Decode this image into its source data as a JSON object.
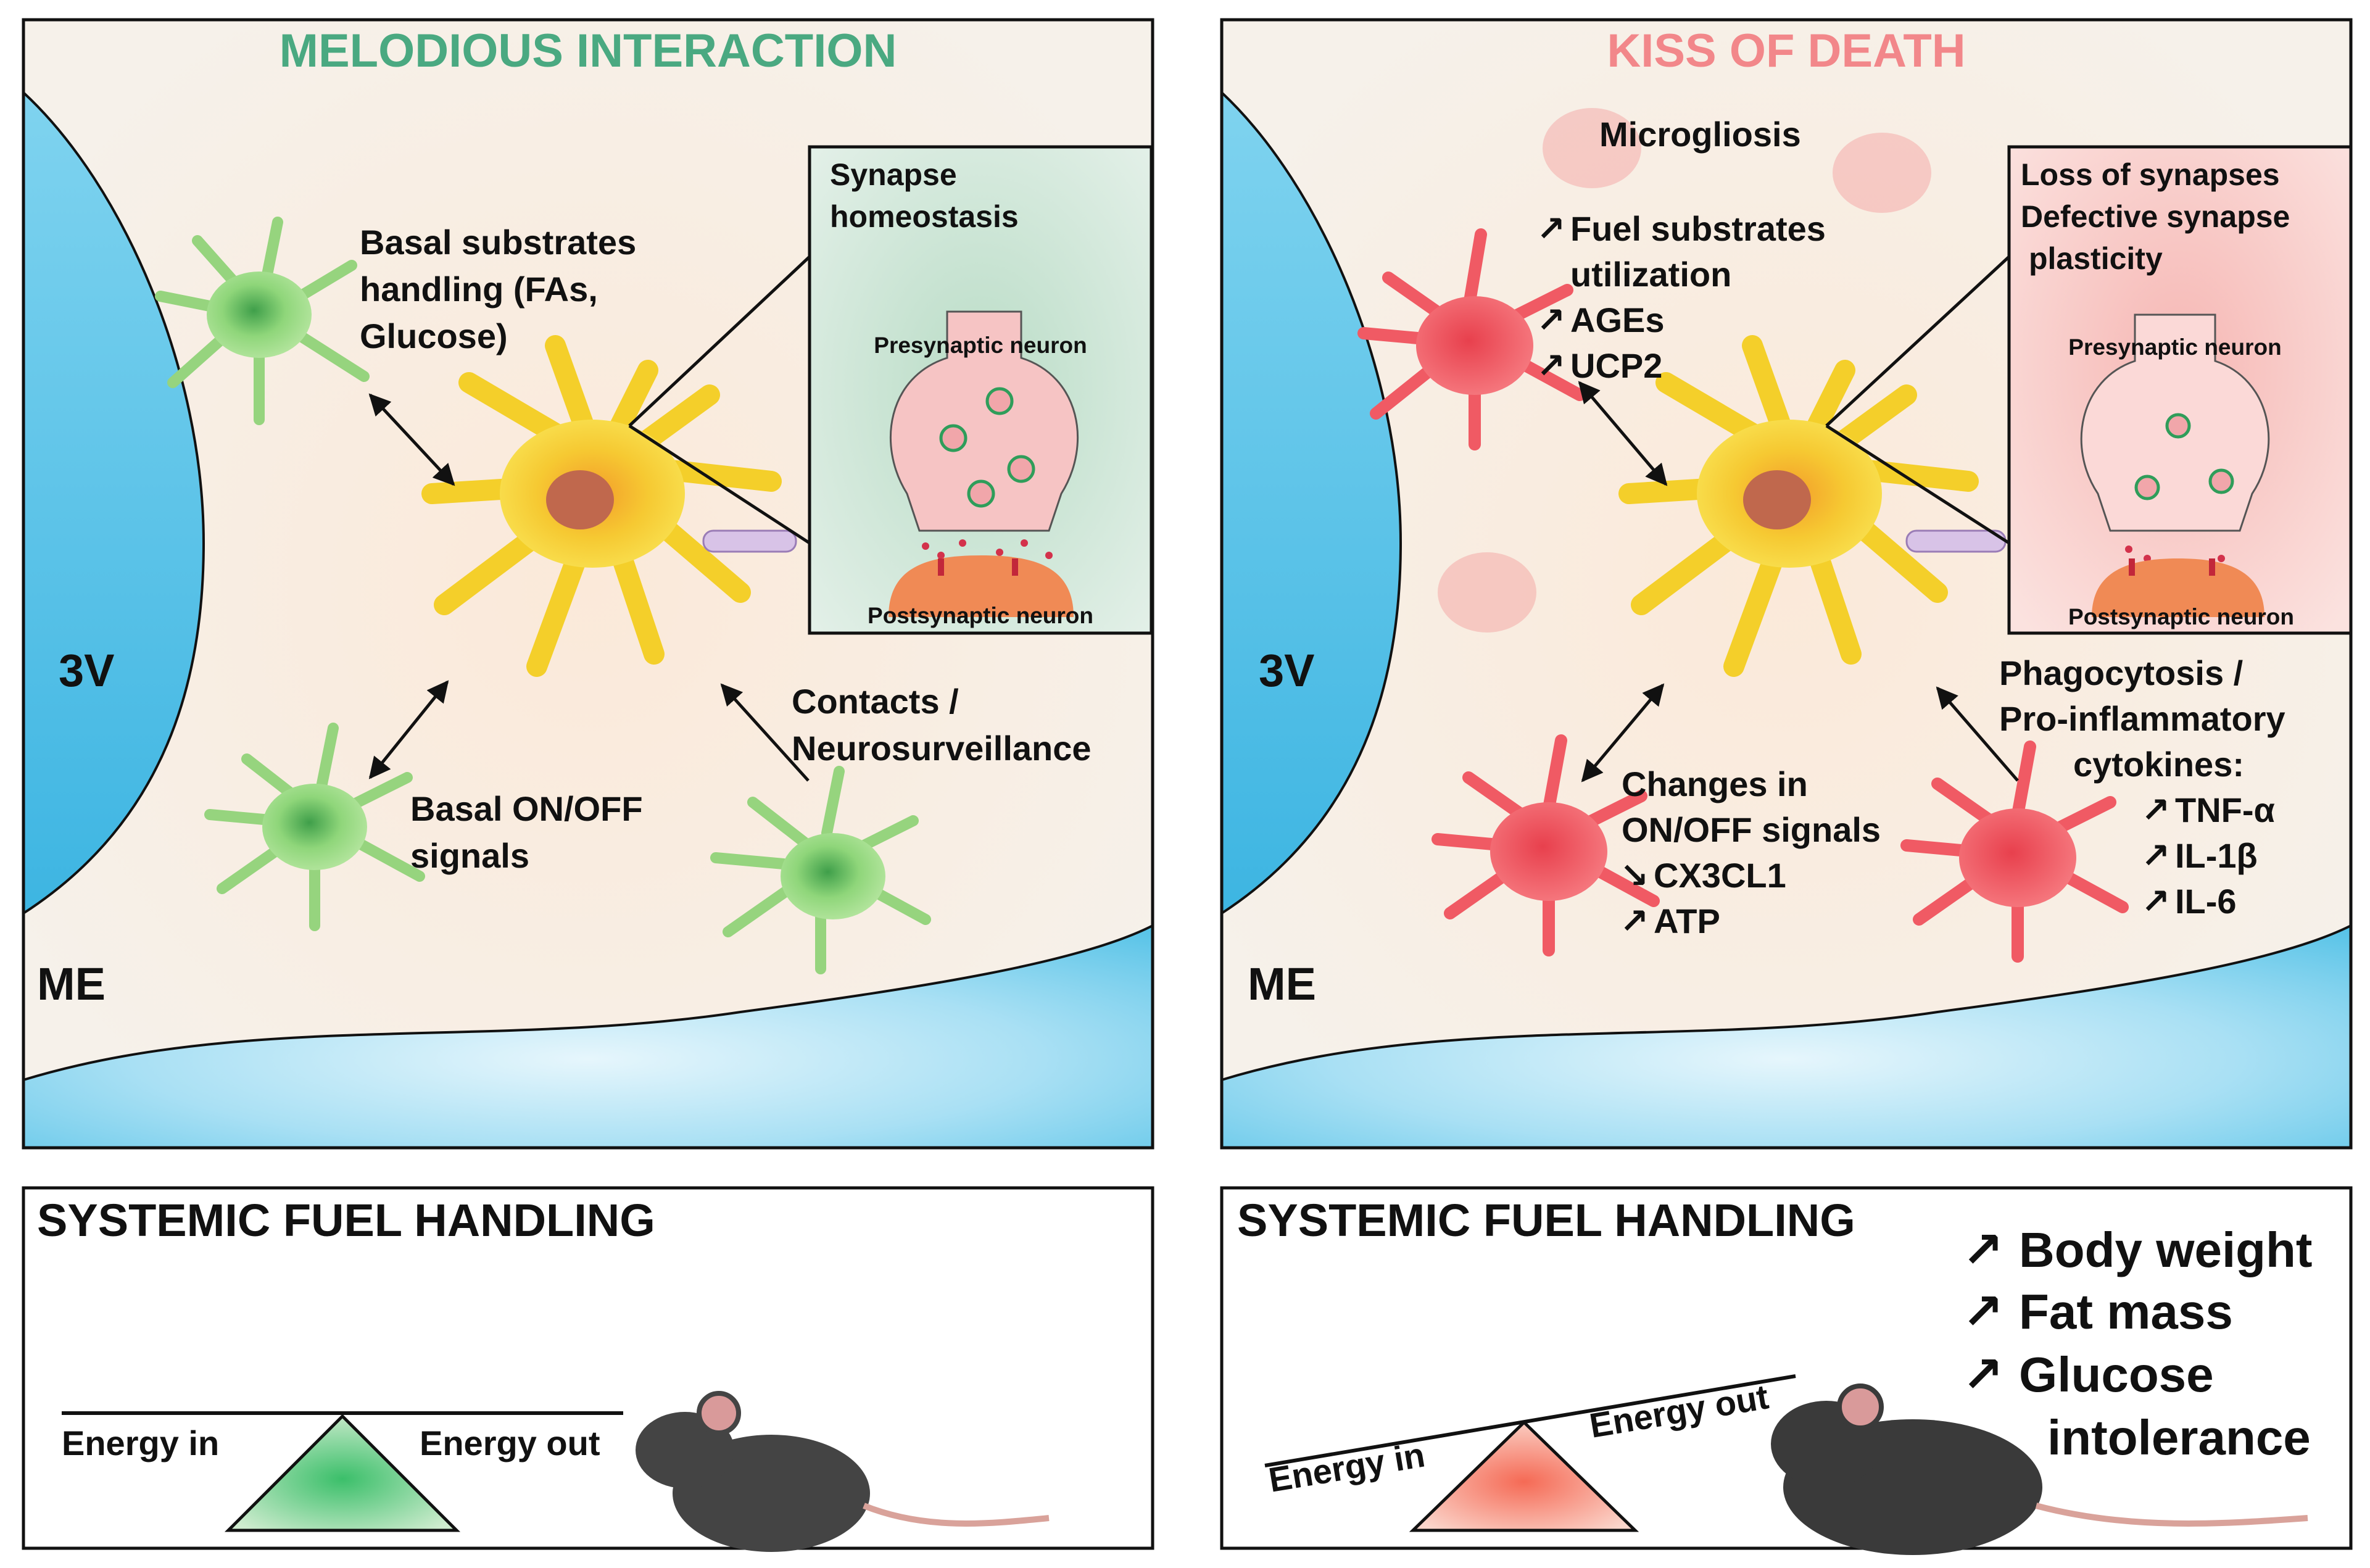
{
  "colors": {
    "healthy_title": "#4aa981",
    "disease_title": "#f2878a",
    "ventricle_blue": "#4fc0e6",
    "background_cream": "#f6efe6",
    "microglia_green": "#7ccf62",
    "microglia_red": "#f05a64",
    "astrocyte_yellow": "#f4cf2a",
    "synapse_green_bg": "#cfe6d8",
    "synapse_red_bg": "#f9c9c6"
  },
  "left_panel": {
    "title": "MELODIOUS INTERACTION",
    "ventricle_label": "3V",
    "eminence_label": "ME",
    "label_substrates": [
      "Basal substrates",
      "handling (FAs,",
      "Glucose)"
    ],
    "label_onoff": [
      "Basal ON/OFF",
      "signals"
    ],
    "label_contacts": [
      "Contacts /",
      "Neurosurveillance"
    ],
    "inset": {
      "title": [
        "Synapse",
        "homeostasis"
      ],
      "presynaptic": "Presynaptic neuron",
      "postsynaptic": "Postsynaptic neuron"
    }
  },
  "right_panel": {
    "title": "KISS OF DEATH",
    "ventricle_label": "3V",
    "eminence_label": "ME",
    "microgliosis": "Microgliosis",
    "fuel_list": [
      {
        "arrow": "up",
        "text": "Fuel substrates"
      },
      {
        "arrow": "",
        "text": "utilization"
      },
      {
        "arrow": "up",
        "text": "AGEs"
      },
      {
        "arrow": "up",
        "text": "UCP2"
      }
    ],
    "onoff_list": [
      {
        "arrow": "",
        "text": "Changes in"
      },
      {
        "arrow": "",
        "text": "ON/OFF signals"
      },
      {
        "arrow": "down",
        "text": "CX3CL1"
      },
      {
        "arrow": "up",
        "text": "ATP"
      }
    ],
    "phago_label": [
      "Phagocytosis /",
      "Pro-inflammatory",
      "cytokines:"
    ],
    "cytokines": [
      {
        "arrow": "up",
        "text": "TNF-α"
      },
      {
        "arrow": "up",
        "text": "IL-1β"
      },
      {
        "arrow": "up",
        "text": "IL-6"
      }
    ],
    "inset": {
      "title": [
        "Loss of synapses",
        "Defective synapse",
        "plasticity"
      ],
      "presynaptic": "Presynaptic neuron",
      "postsynaptic": "Postsynaptic neuron"
    }
  },
  "bottom_left": {
    "title": "SYSTEMIC FUEL HANDLING",
    "energy_in": "Energy in",
    "energy_out": "Energy out"
  },
  "bottom_right": {
    "title": "SYSTEMIC FUEL HANDLING",
    "energy_in": "Energy in",
    "energy_out": "Energy out",
    "outcomes": [
      {
        "arrow": "up",
        "text": "Body weight"
      },
      {
        "arrow": "up",
        "text": "Fat mass"
      },
      {
        "arrow": "up",
        "text": "Glucose"
      },
      {
        "arrow": "",
        "text": "intolerance"
      }
    ]
  }
}
